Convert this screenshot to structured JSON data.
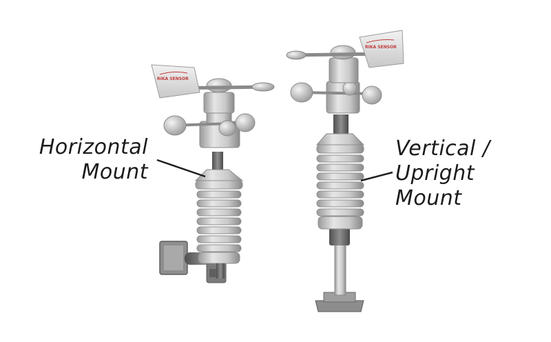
{
  "labels": {
    "horizontal": {
      "line1": "Horizontal",
      "line2": "Mount"
    },
    "vertical": {
      "line1": "Vertical /",
      "line2": "Upright",
      "line3": "Mount"
    }
  },
  "brand": {
    "left_vane": "RIKA SENSOR",
    "right_vane": "RIKA SENSOR",
    "color": "#c23a3a"
  },
  "colors": {
    "metal_light": "#e4e4e4",
    "metal_mid": "#bdbdbd",
    "metal_dark": "#6e6e6e",
    "label_text": "#1b1b1b"
  }
}
